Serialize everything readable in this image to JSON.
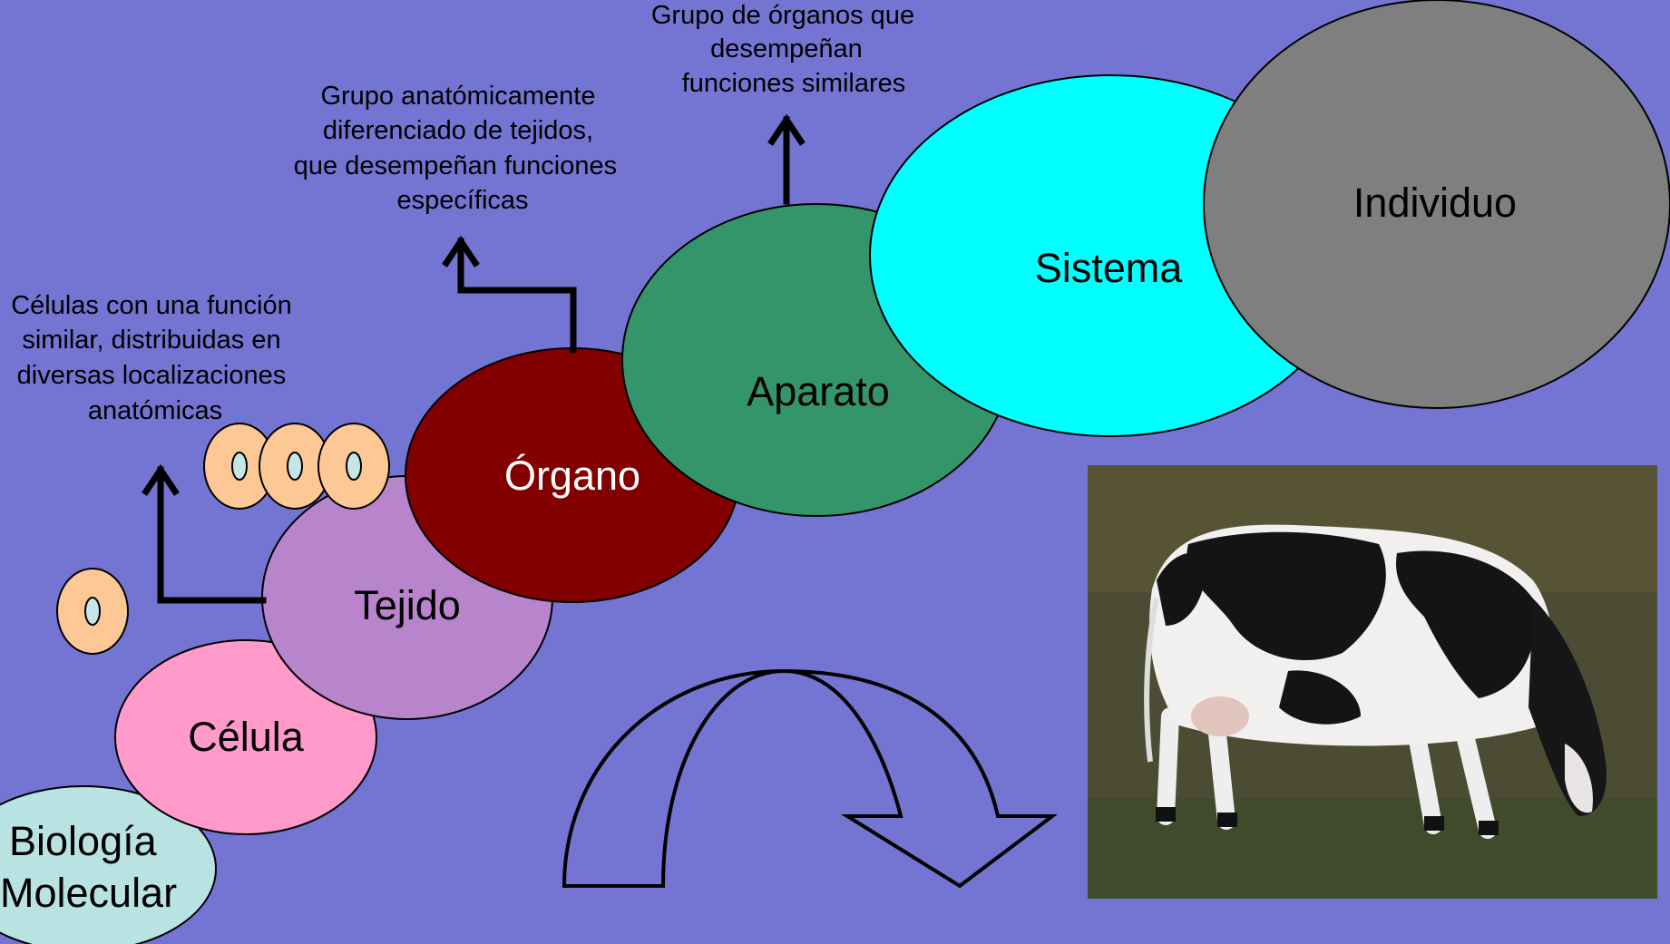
{
  "levels": {
    "molecular": [
      "Biología",
      "Molecular"
    ],
    "cell": "Célula",
    "tissue": "Tejido",
    "organ": "Órgano",
    "apparatus": "Aparato",
    "system": "Sistema",
    "individual": "Individuo"
  },
  "descriptions": {
    "tissue": [
      "Células con una función",
      "similar, distribuidas en",
      "diversas localizaciones",
      "anatómicas"
    ],
    "organ": [
      "Grupo anatómicamente",
      "diferenciado de tejidos,",
      "que desempeñan funciones",
      "específicas"
    ],
    "apparatus": [
      "Grupo de órganos que",
      "desempeñan",
      "funciones similares"
    ]
  },
  "colors": {
    "background": "#7474d2",
    "molecular": "#b9e2e2",
    "cell": "#ff9acb",
    "tissue": "#b884cc",
    "organ": "#820000",
    "apparatus": "#35956a",
    "system": "#00ffff",
    "individual": "#7f7f7f",
    "cell_icon": "#fdc896",
    "nucleus": "#c5e6e6"
  },
  "photo": {
    "subject": "cow-photo"
  }
}
